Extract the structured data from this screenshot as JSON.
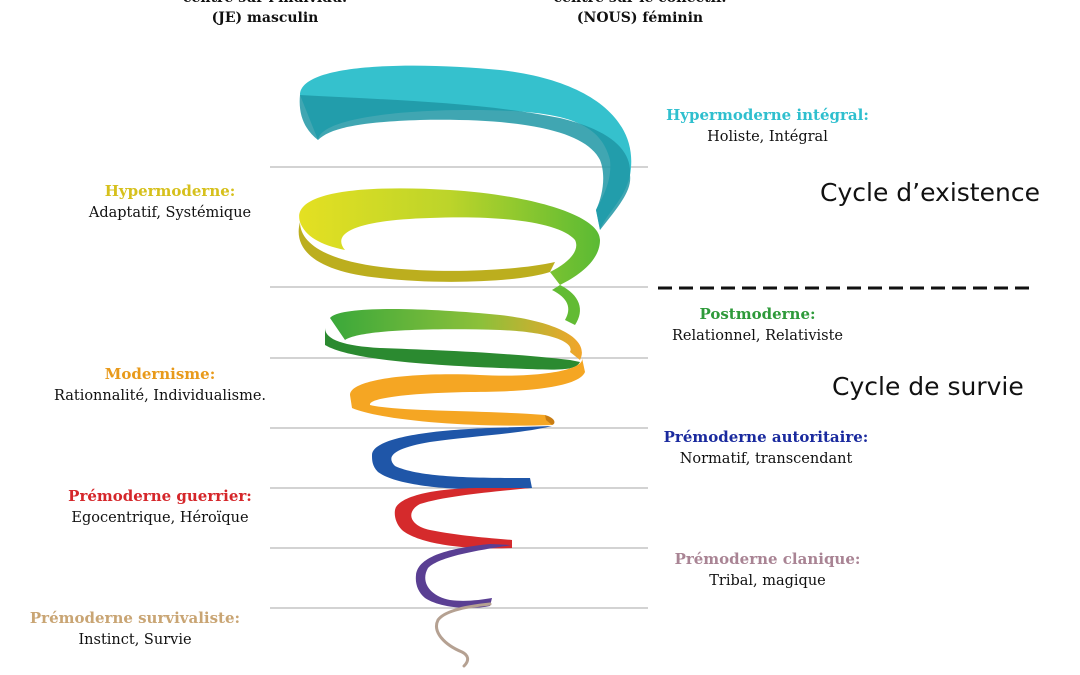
{
  "header": {
    "left_line1": "centré sur l'individu.",
    "left_line2": "(JE) masculin",
    "right_line1": "centré sur le collectif.",
    "right_line2": "(NOUS) féminin"
  },
  "cycles": {
    "existence": "Cycle d’existence",
    "survie": "Cycle de survie"
  },
  "levels": [
    {
      "title": "Hypermoderne intégral:",
      "desc": "Holiste, Intégral",
      "color": "#2fbfce"
    },
    {
      "title": "Hypermoderne:",
      "desc": "Adaptatif, Systémique",
      "color": "#d6c01c"
    },
    {
      "title": "Postmoderne:",
      "desc": "Relationnel, Relativiste",
      "color": "#2e9a3a"
    },
    {
      "title": "Modernisme:",
      "desc": "Rationnalité, Individualisme.",
      "color": "#e89a1b"
    },
    {
      "title": "Prémoderne autoritaire:",
      "desc": "Normatif, transcendant",
      "color": "#1a2a9e"
    },
    {
      "title": "Prémoderne guerrier:",
      "desc": "Egocentrique, Héroïque",
      "color": "#d5262a"
    },
    {
      "title": "Prémoderne clanique:",
      "desc": "Tribal, magique",
      "color": "#a98494"
    },
    {
      "title": "Prémoderne survivaliste:",
      "desc": "Instinct, Survie",
      "color": "#c9a574"
    }
  ]
}
